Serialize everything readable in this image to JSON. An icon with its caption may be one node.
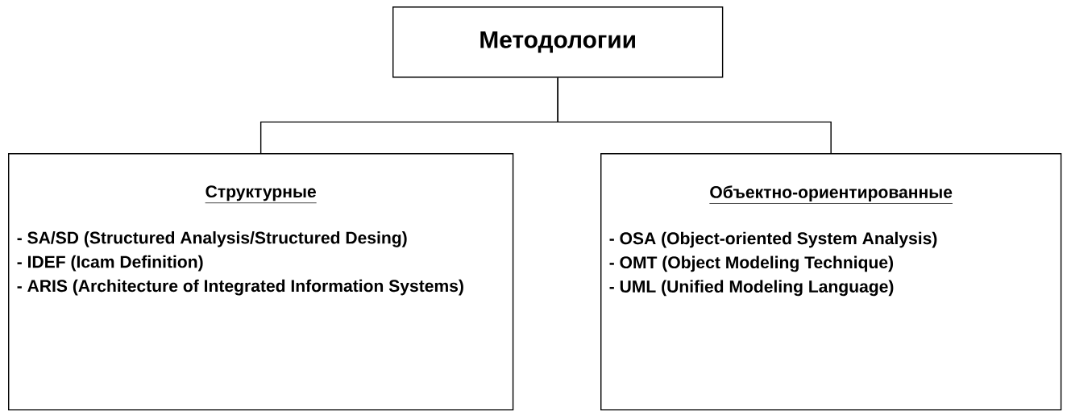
{
  "diagram": {
    "nodes": [
      {
        "text": [
          "Методологии"
        ]
      },
      {
        "text": [
          "Структурные",
          "- SA/SD (Structured Analysis/Structured Desing)",
          "- IDEF (Icam Definition)",
          "- ARIS (Architecture of Integrated Information Systems)"
        ]
      },
      {
        "text": [
          "Объектно-ориентированные",
          "- OSA (Object-oriented System Analysis)",
          "- OMT (Object Modeling Technique)",
          "- UML (Unified Modeling Language)"
        ]
      }
    ],
    "edges": [
      {
        "from": 0,
        "to": 1,
        "arrow": "none"
      },
      {
        "from": 0,
        "to": 2,
        "arrow": "none"
      }
    ]
  }
}
